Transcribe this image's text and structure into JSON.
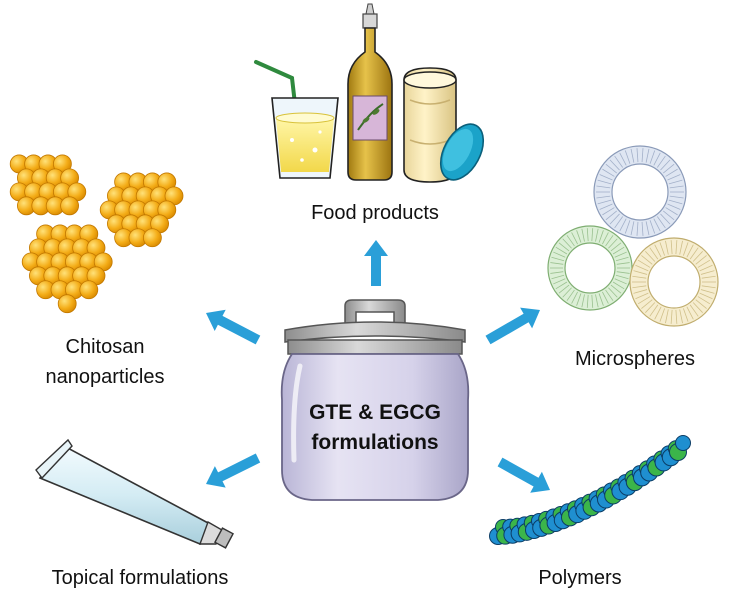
{
  "center": {
    "line1": "GTE & EGCG",
    "line2": "formulations"
  },
  "labels": {
    "food": "Food products",
    "chitosan_line1": "Chitosan",
    "chitosan_line2": "nanoparticles",
    "microspheres": "Microspheres",
    "topical": "Topical formulations",
    "polymers": "Polymers"
  },
  "colors": {
    "arrow": "#2a9fd8",
    "jar_body": "#d9d6ec",
    "jar_lid": "#b8b8b8",
    "nanoparticle": "#f4ad18",
    "bead_blue": "#1f8fd0",
    "bead_green": "#3bb54a",
    "tube": "#d4ecf4"
  },
  "icons": [
    "jar-icon",
    "glass-with-straw-icon",
    "oil-bottle-icon",
    "food-jar-icon",
    "nanoparticle-cluster-icon",
    "microsphere-ring-icon",
    "ointment-tube-icon",
    "polymer-chain-icon",
    "arrow-icon"
  ]
}
